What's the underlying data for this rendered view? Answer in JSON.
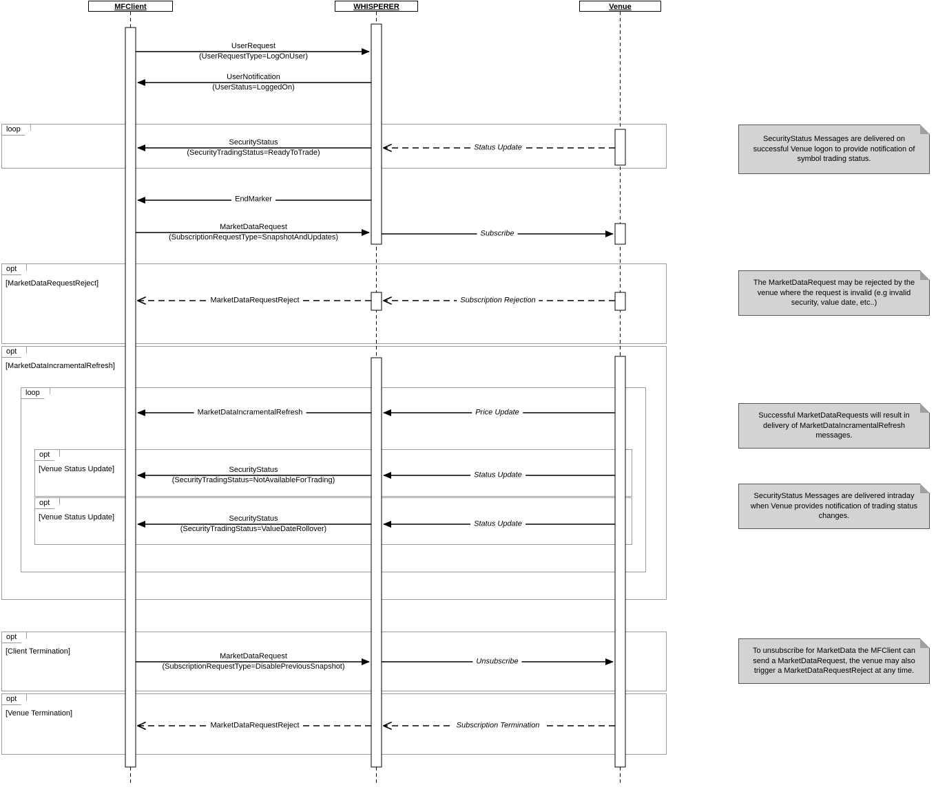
{
  "diagram": {
    "lifelines": [
      {
        "name": "MFClient"
      },
      {
        "name": "WHISPERER"
      },
      {
        "name": "Venue"
      }
    ],
    "messages": [
      {
        "l1": "UserRequest",
        "l2": "(UserRequestType=LogOnUser)"
      },
      {
        "l1": "UserNotification",
        "l2": "(UserStatus=LoggedOn)"
      },
      {
        "l1": "SecurityStatus",
        "l2": "(SecurityTradingStatus=ReadyToTrade)"
      },
      {
        "l1": "Status Update"
      },
      {
        "l1": "EndMarker"
      },
      {
        "l1": "MarketDataRequest",
        "l2": "(SubscriptionRequestType=SnapshotAndUpdates)"
      },
      {
        "l1": "Subscribe"
      },
      {
        "l1": "MarketDataRequestReject"
      },
      {
        "l1": "Subscription Rejection"
      },
      {
        "l1": "MarketDataIncramentalRefresh"
      },
      {
        "l1": "Price Update"
      },
      {
        "l1": "SecurityStatus",
        "l2": "(SecurityTradingStatus=NotAvailableForTrading)"
      },
      {
        "l1": "Status Update"
      },
      {
        "l1": "SecurityStatus",
        "l2": "(SecurityTradingStatus=ValueDateRollover)"
      },
      {
        "l1": "Status Update"
      },
      {
        "l1": "MarketDataRequest",
        "l2": "(SubscriptionRequestType=DisablePreviousSnapshot)"
      },
      {
        "l1": "Unsubscribe"
      },
      {
        "l1": "MarketDataRequestReject"
      },
      {
        "l1": "Subscription Termination"
      }
    ],
    "fragments": [
      {
        "operator": "loop",
        "guard": ""
      },
      {
        "operator": "opt",
        "guard": "[MarketDataRequestReject]"
      },
      {
        "operator": "opt",
        "guard": "[MarketDataIncramentalRefresh]"
      },
      {
        "operator": "loop",
        "guard": ""
      },
      {
        "operator": "opt",
        "guard": "[Venue Status Update]"
      },
      {
        "operator": "opt",
        "guard": "[Venue Status Update]"
      },
      {
        "operator": "opt",
        "guard": "[Client Termination]"
      },
      {
        "operator": "opt",
        "guard": "[Venue Termination]"
      }
    ],
    "notes": [
      {
        "text": "SecurityStatus Messages are delivered on successful Venue logon to provide notification of symbol trading status."
      },
      {
        "text": "The MarketDataRequest may be rejected by the venue where the request is invalid (e.g invalid security, value date, etc..)"
      },
      {
        "text": "Successful MarketDataRequests will result in delivery of MarketDataIncramentalRefresh messages."
      },
      {
        "text": "SecurityStatus Messages are delivered intraday when Venue provides notification of trading status changes."
      },
      {
        "text": "To unsubscribe for MarketData the MFClient can send a MarketDataRequest, the venue may also trigger a MarketDataRequestReject at any time."
      }
    ],
    "colors": {
      "note_bg": "#d3d3d3",
      "frame_border": "#9a9a9a",
      "line": "#000000"
    }
  }
}
